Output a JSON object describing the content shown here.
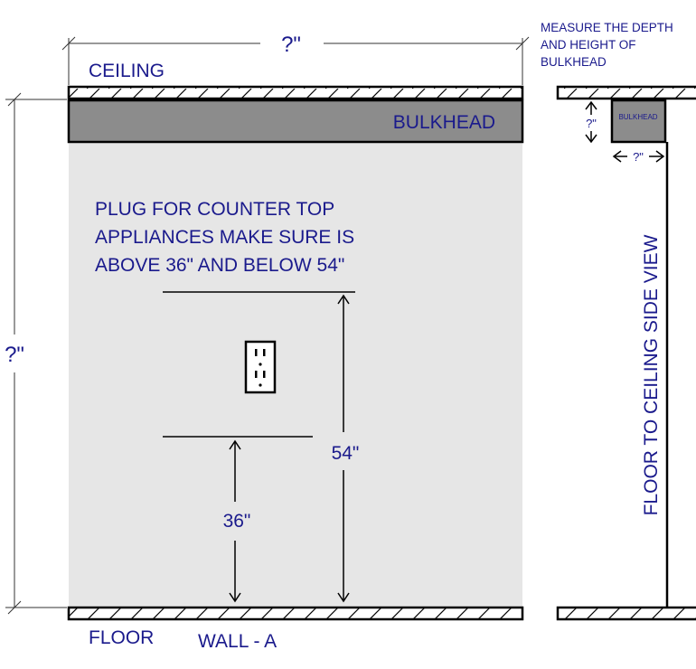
{
  "front_view": {
    "width_label": "?\"",
    "height_label": "?\"",
    "ceiling_label": "CEILING",
    "floor_label": "FLOOR",
    "wall_label": "WALL - A",
    "bulkhead_label": "BULKHEAD",
    "note_lines": [
      "PLUG FOR COUNTER TOP",
      "APPLIANCES MAKE SURE IS",
      "ABOVE 36\" AND BELOW 54\""
    ],
    "dim_upper_label": "54\"",
    "dim_lower_label": "36\""
  },
  "side_view": {
    "instruction_lines": [
      "MEASURE THE DEPTH",
      "AND HEIGHT OF",
      "BULKHEAD"
    ],
    "bulkhead_label": "BULKHEAD",
    "height_label": "?\"",
    "depth_label": "?\"",
    "title": "FLOOR TO CEILING SIDE VIEW"
  },
  "colors": {
    "text": "#1a1a8c",
    "wall_fill": "#e6e6e6",
    "bulkhead_fill": "#8c8c8c",
    "line": "#000000"
  }
}
